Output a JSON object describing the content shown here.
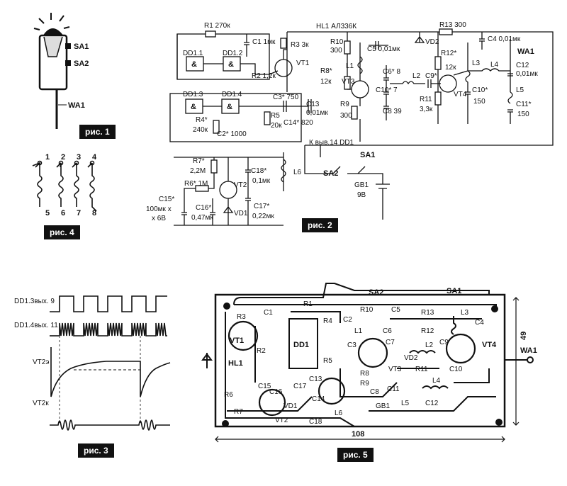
{
  "figures": {
    "fig1": {
      "caption": "рис. 1",
      "sa1": "SA1",
      "sa2": "SA2",
      "wa1": "WA1"
    },
    "fig2": {
      "caption": "рис. 2",
      "labels": {
        "r1": "R1 270к",
        "c1": "C1 1мк",
        "hl1": "HL1 АЛ336К",
        "r13": "R13 300",
        "dd11": "DD1.1",
        "dd12": "DD1.2",
        "r3": "R3 3к",
        "r2": "R2 1,2к",
        "vt1": "VT1",
        "r10": "R10",
        "r10v": "300",
        "c5": "C5 0,01мк",
        "vd2": "VD2",
        "c4": "C4 0,01мк",
        "wa1": "WA1",
        "r12": "R12*",
        "r12v": "12к",
        "l3": "L3",
        "l4": "L4",
        "c12": "C12",
        "c12v": "0,01мк",
        "r8": "R8*",
        "r8v": "12к",
        "l1": "L1",
        "vt3": "VT3",
        "c6": "C6* 8",
        "l2": "L2",
        "c9": "C9*",
        "r11": "R11",
        "r11v": "3,3к",
        "vt4": "VT4",
        "c10b": "C10*",
        "c10bv": "150",
        "l5": "L5",
        "c11": "C11*",
        "c11v": "150",
        "c10": "C10* 7",
        "dd13": "DD1.3",
        "dd14": "DD1.4",
        "c3": "C3* 750",
        "c13": "C13",
        "c13v": "0,01мк",
        "c14": "C14* 820",
        "r9": "R9",
        "r9v": "300",
        "c8": "C8 39",
        "r4": "R4*",
        "r4v": "240к",
        "c2": "C2* 1000",
        "r5": "R5",
        "r5v": "20к",
        "kvyv": "К выв.14 DD1",
        "sa1": "SA1",
        "r7": "R7*",
        "r7v": "2,2М",
        "c18": "C18*",
        "c18v": "0,1мк",
        "l6": "L6",
        "sa2": "SA2",
        "gb1": "GB1",
        "gb1v": "9В",
        "r6": "R6* 1М",
        "vt2": "VT2",
        "c15": "C15*",
        "c15v1": "100мк х",
        "c15v2": "х 6В",
        "c16": "C16*",
        "c16v": "0,47мк",
        "vd1": "VD1",
        "c17": "C17*",
        "c17v": "0,22мк"
      }
    },
    "fig3": {
      "caption": "рис. 3",
      "traces": [
        "DD1.3вых. 9",
        "DD1.4вых. 11",
        "VT2э",
        "VT2к"
      ]
    },
    "fig4": {
      "caption": "рис. 4",
      "top_pins": [
        "1",
        "2",
        "3",
        "4"
      ],
      "bottom_pins": [
        "5",
        "6",
        "7",
        "8"
      ]
    },
    "fig5": {
      "caption": "рис. 5",
      "width_dim": "108",
      "height_dim": "49",
      "labels": [
        "SA2",
        "SA1",
        "R3",
        "C1",
        "R1",
        "R4",
        "R10",
        "C5",
        "R13",
        "L3",
        "C4",
        "VT1",
        "R2",
        "DD1",
        "C2",
        "L1",
        "C6",
        "R12",
        "HL1",
        "R5",
        "C3",
        "C7",
        "VD2",
        "C9",
        "VT4",
        "WA1",
        "R8",
        "VT3",
        "R11",
        "C10",
        "R6",
        "C15",
        "C16",
        "C17",
        "R9",
        "C8",
        "C11",
        "VD1",
        "C13",
        "C14",
        "L2",
        "L4",
        "R7",
        "VT2",
        "L6",
        "C18",
        "GB1",
        "L5",
        "C12"
      ]
    }
  }
}
